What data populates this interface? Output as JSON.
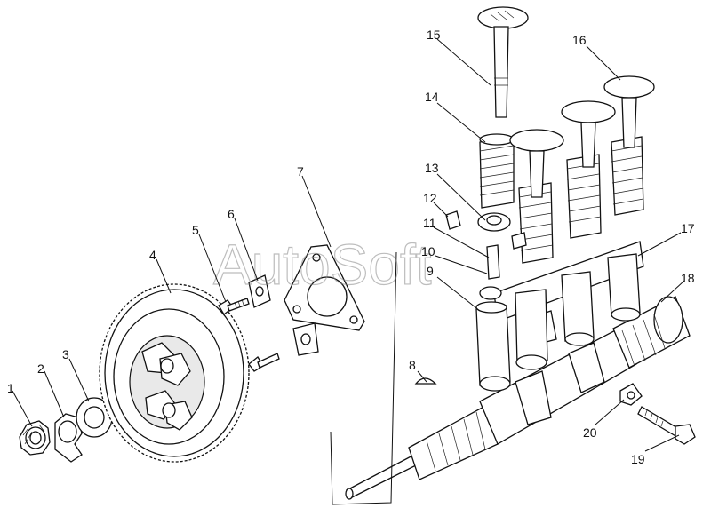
{
  "watermark": "AutoSoft",
  "callouts": [
    {
      "id": "1",
      "text": "1"
    },
    {
      "id": "2",
      "text": "2"
    },
    {
      "id": "3",
      "text": "3"
    },
    {
      "id": "4",
      "text": "4"
    },
    {
      "id": "5",
      "text": "5"
    },
    {
      "id": "6",
      "text": "6"
    },
    {
      "id": "7",
      "text": "7"
    },
    {
      "id": "8",
      "text": "8"
    },
    {
      "id": "9",
      "text": "9"
    },
    {
      "id": "10",
      "text": "10"
    },
    {
      "id": "11",
      "text": "11"
    },
    {
      "id": "12",
      "text": "12"
    },
    {
      "id": "13",
      "text": "13"
    },
    {
      "id": "14",
      "text": "14"
    },
    {
      "id": "15",
      "text": "15"
    },
    {
      "id": "16",
      "text": "16"
    },
    {
      "id": "17",
      "text": "17"
    },
    {
      "id": "18",
      "text": "18"
    },
    {
      "id": "19",
      "text": "19"
    },
    {
      "id": "20",
      "text": "20"
    }
  ]
}
